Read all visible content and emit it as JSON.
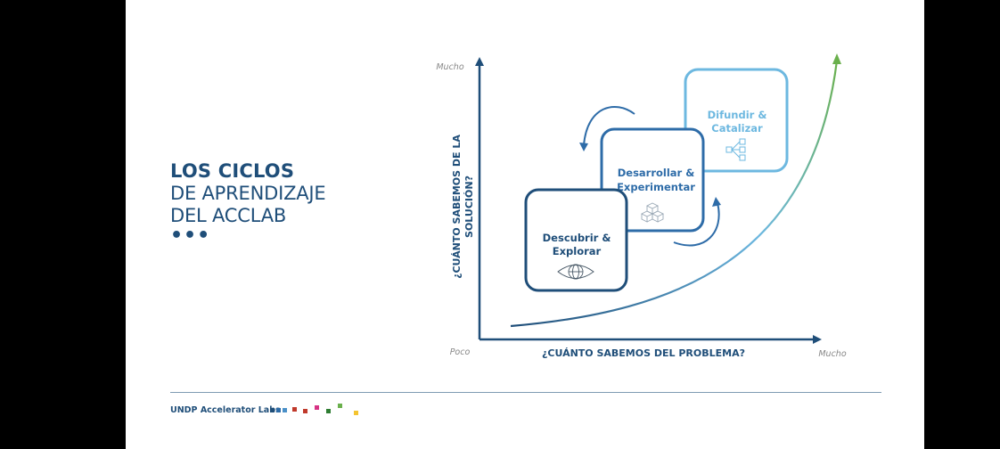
{
  "title": {
    "bold": "LOS CICLOS",
    "line2": "DE APRENDIZAJE",
    "line3": "DEL ACCLAB",
    "dots": "•••"
  },
  "axes": {
    "y_label_line1": "¿CUÁNTO SABEMOS DE LA",
    "y_label_line2": "SOLUCIÓN?",
    "x_label": "¿CUÁNTO SABEMOS DEL PROBLEMA?",
    "y_high": "Mucho",
    "origin": "Poco",
    "x_high": "Mucho"
  },
  "boxes": [
    {
      "line1": "Descubrir &",
      "line2": "Explorar",
      "color": "#1f4e79",
      "icon": "eye-globe-icon"
    },
    {
      "line1": "Desarrollar &",
      "line2": "Experimentar",
      "color": "#2e6ca8",
      "icon": "cubes-icon"
    },
    {
      "line1": "Difundir &",
      "line2": "Catalizar",
      "color": "#6db8e0",
      "icon": "network-icon"
    }
  ],
  "colors": {
    "dark_navy": "#1f4e79",
    "mid_blue": "#2e6ca8",
    "light_blue": "#6db8e0",
    "curve_green": "#6ab04c"
  },
  "footer": {
    "label": "UNDP Accelerator Labs",
    "squares": [
      "#1f4e79",
      "#2e6ca8",
      "#4a90c8",
      "#c0392b",
      "#c0392b",
      "#d63384",
      "#2e7d32",
      "#6ab04c",
      "#f4c430"
    ]
  }
}
